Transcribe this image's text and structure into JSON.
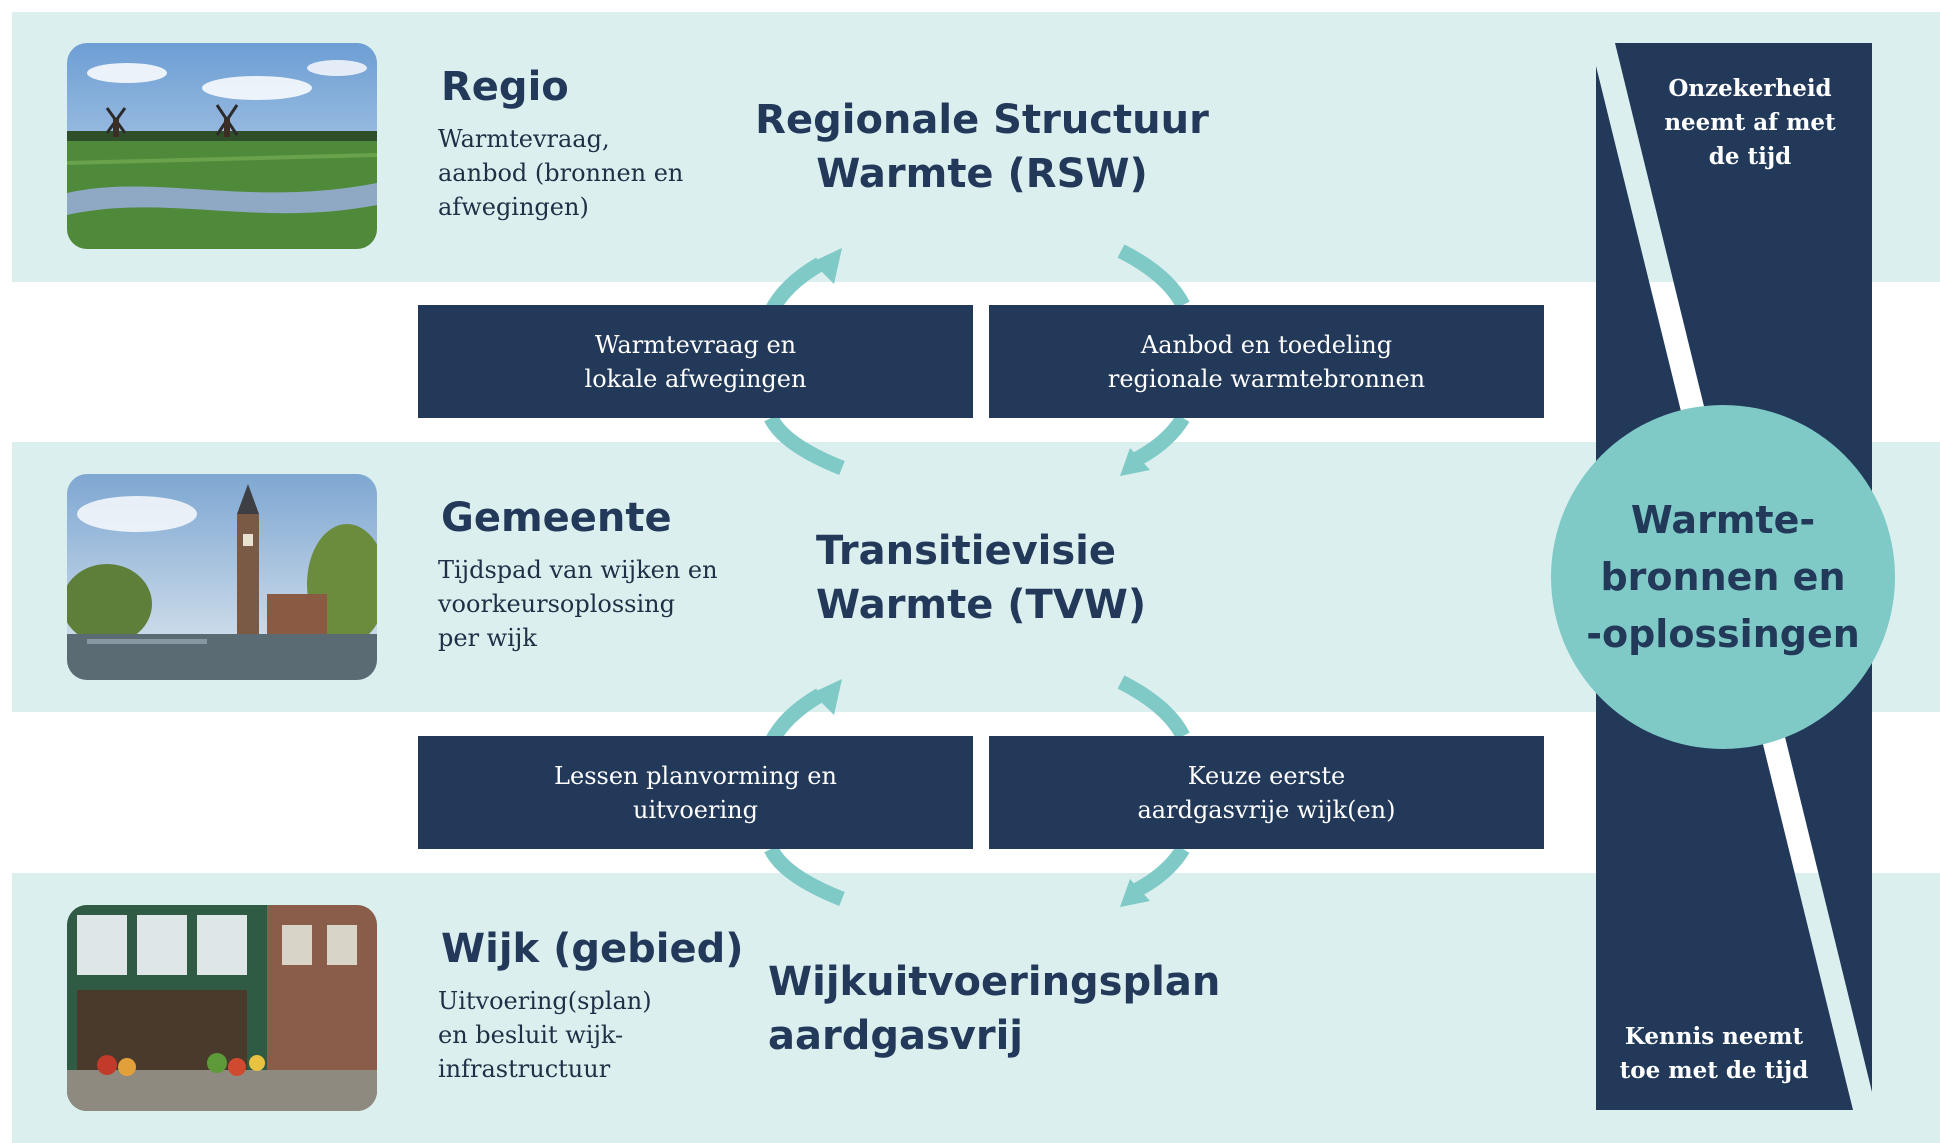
{
  "colors": {
    "band": "#dcefef",
    "navy": "#22395a",
    "teal": "#7fcac6",
    "white": "#ffffff"
  },
  "levels": [
    {
      "title": "Regio",
      "description": "Warmtevraag,\naanbod (bronnen en\nafwegingen)",
      "image": "landscape with windmills"
    },
    {
      "title": "Gemeente",
      "description": "Tijdspad van wijken en\nvoorkeursoplossing\nper wijk",
      "image": "canal with tower"
    },
    {
      "title": "Wijk (gebied)",
      "description": "Uitvoering(splan)\nen besluit wijk-\ninfrastructuur",
      "image": "street shop front"
    }
  ],
  "plans": {
    "rsw": "Regionale Structuur\nWarmte (RSW)",
    "tvw": "Transitievisie\nWarmte (TVW)",
    "wuit": "Wijkuitvoeringsplan\naardgasvrij"
  },
  "flows": {
    "up_top": "Warmtevraag en\nlokale afwegingen",
    "down_top": "Aanbod en toedeling\nregionale warmtebronnen",
    "up_bottom": "Lessen planvorming en\nuitvoering",
    "down_bottom": "Keuze eerste\naardgasvrije wijk(en)"
  },
  "side": {
    "uncertainty": "Onzekerheid\nneemt af met\nde tijd",
    "knowledge": "Kennis neemt\ntoe met de tijd",
    "circle": "Warmte-\nbronnen en\n-oplossingen"
  }
}
